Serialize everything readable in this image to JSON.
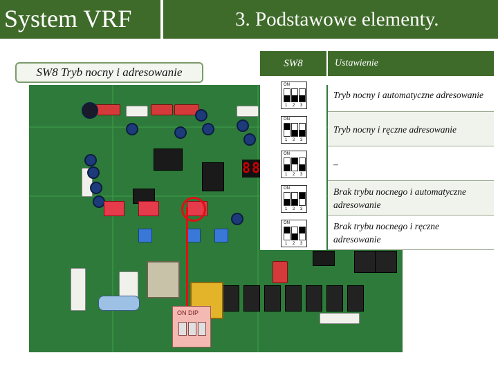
{
  "header": {
    "title": "System VRF",
    "subtitle": "3. Podstawowe elementy."
  },
  "label": "SW8 Tryb nocny i adresowanie",
  "table": {
    "col_switch": "SW8",
    "col_setting": "Ustawienie",
    "rows": [
      {
        "text": "Tryb nocny i automatyczne adresowanie",
        "sw": [
          1,
          1,
          1
        ]
      },
      {
        "text": "Tryb nocny i ręczne adresowanie",
        "sw": [
          0,
          1,
          1
        ]
      },
      {
        "text": "–",
        "sw": [
          1,
          0,
          1
        ]
      },
      {
        "text": "Brak trybu nocnego i automatyczne adresowanie",
        "sw": [
          1,
          1,
          0
        ]
      },
      {
        "text": "Brak trybu nocnego i ręczne adresowanie",
        "sw": [
          0,
          1,
          0
        ]
      }
    ]
  },
  "pcb": {
    "switch_zoom_label": "ON DIP",
    "display_digits": "88"
  },
  "colors": {
    "header_green": "#3f6b2a",
    "pcb_green": "#2e7a3a",
    "highlight": "#dd1111"
  }
}
